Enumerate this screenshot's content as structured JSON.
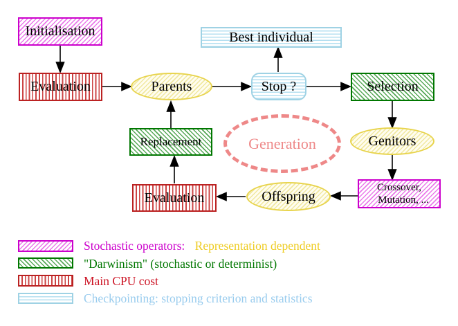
{
  "nodes": {
    "initialisation": {
      "label": "Initialisation"
    },
    "evaluation_top": {
      "label": "Evaluation"
    },
    "parents": {
      "label": "Parents"
    },
    "stop": {
      "label": "Stop ?"
    },
    "best_individual": {
      "label": "Best individual"
    },
    "selection": {
      "label": "Selection"
    },
    "genitors": {
      "label": "Genitors"
    },
    "crossover_mutation": {
      "label_line1": "Crossover,",
      "label_line2": "Mutation, ..."
    },
    "offspring": {
      "label": "Offspring"
    },
    "evaluation_bottom": {
      "label": "Evaluation"
    },
    "replacement": {
      "label": "Replacement"
    },
    "generation": {
      "label": "Generation"
    }
  },
  "legend": {
    "stochastic": {
      "label": "Stochastic operators:",
      "label_suffix": "Representation dependent"
    },
    "darwinism": {
      "label": "\"Darwinism\" (stochastic or determinist)"
    },
    "cpu": {
      "label": "Main CPU cost"
    },
    "checkpointing": {
      "label": "Checkpointing: stopping criterion and statistics"
    }
  },
  "colors": {
    "magenta": "#cc00cc",
    "yellow_text": "#eecc22",
    "green": "#007700",
    "red_text": "#cc1122",
    "red_stripe": "#cc4444",
    "cyan": "#99ccee",
    "salmon": "#ee8888",
    "yellow_node_border": "#e8d44d",
    "arrow_black": "#000000"
  }
}
